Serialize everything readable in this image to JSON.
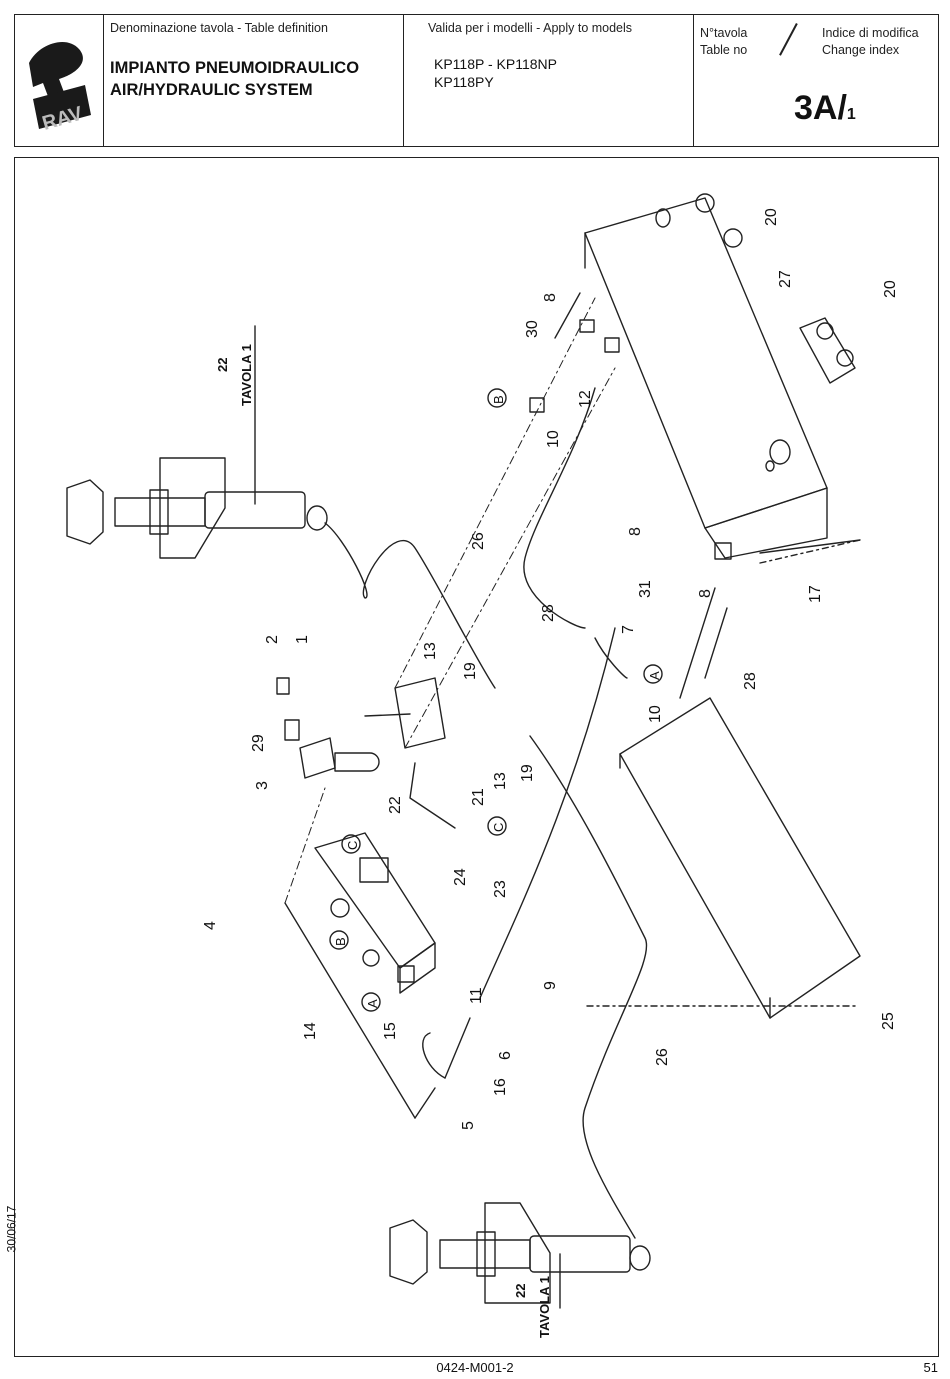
{
  "header": {
    "logo_text": "RAV",
    "table_definition_label": "Denominazione tavola - Table definition",
    "title_it": "IMPIANTO PNEUMOIDRAULICO",
    "title_en": "AIR/HYDRAULIC SYSTEM",
    "valid_models_label": "Valida per i modelli - Apply to models",
    "models_line1": "KP118P - KP118NP",
    "models_line2": "KP118PY",
    "table_no_it": "N°tavola",
    "table_no_en": "Table no",
    "change_index_it": "Indice di modifica",
    "change_index_en": "Change index",
    "table_number": "3A/",
    "table_number_sub": "1"
  },
  "drawing": {
    "callouts": [
      "1",
      "2",
      "3",
      "4",
      "5",
      "6",
      "7",
      "8",
      "9",
      "10",
      "11",
      "12",
      "13",
      "14",
      "15",
      "16",
      "17",
      "19",
      "20",
      "21",
      "22",
      "23",
      "24",
      "25",
      "26",
      "27",
      "28",
      "29",
      "30",
      "31"
    ],
    "section_markers": [
      "A",
      "B",
      "C"
    ],
    "reference_tavola": "TAVOLA 1",
    "reference_number": "22"
  },
  "footer": {
    "document_code": "0424-M001-2",
    "page_number": "51",
    "date": "30/06/17"
  }
}
